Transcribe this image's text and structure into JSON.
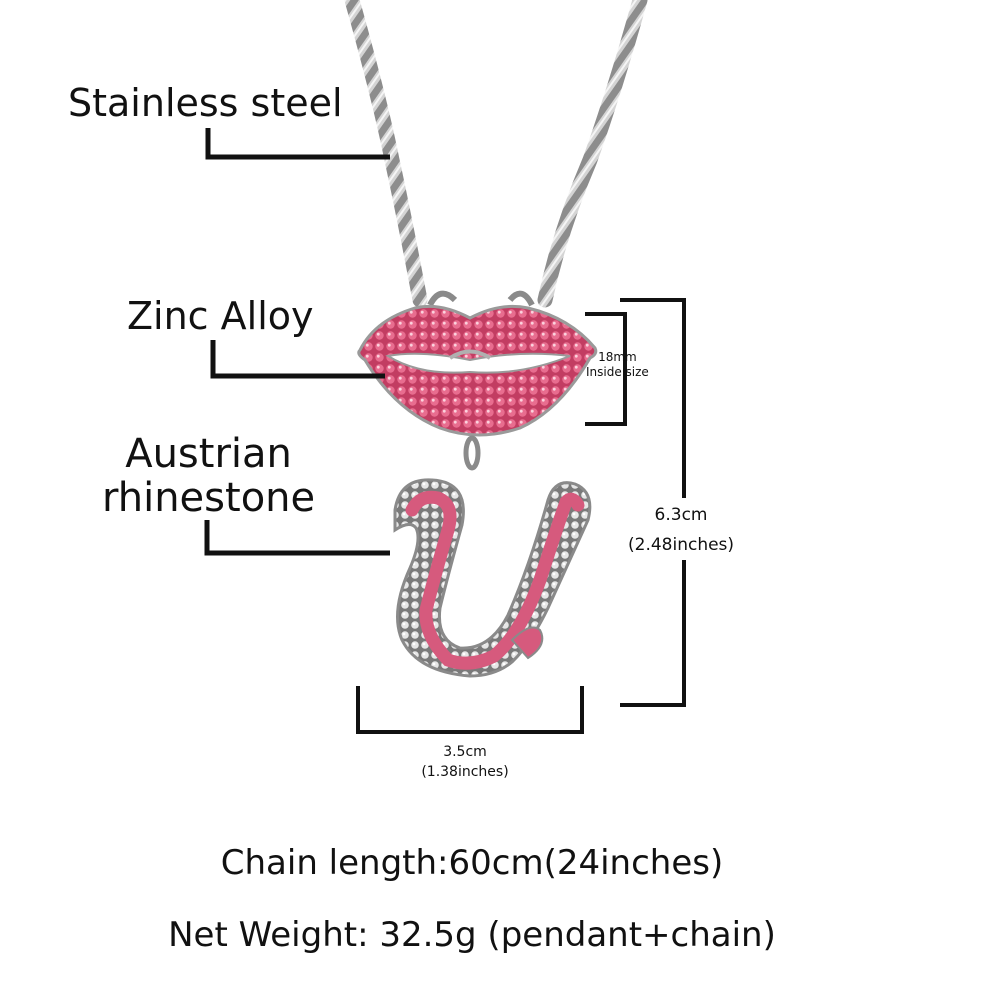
{
  "callouts": {
    "material_chain": "Stainless steel",
    "material_pendant": "Zinc Alloy",
    "material_stone_line1": "Austrian",
    "material_stone_line2": "rhinestone"
  },
  "dimensions": {
    "inside_size_value": "18mm",
    "inside_size_label": "Inside size",
    "height_cm": "6.3cm",
    "height_in": "(2.48inches)",
    "width_cm": "3.5cm",
    "width_in": "(1.38inches)"
  },
  "specs": {
    "chain_length": "Chain length:60cm(24inches)",
    "net_weight": "Net Weight: 32.5g (pendant+chain)"
  },
  "colors": {
    "background": "#ffffff",
    "text": "#111111",
    "pink_stone": "#d9587a",
    "dark_pink": "#b8345a",
    "silver": "#9a9a9a",
    "clear_stone": "#dcdcdc"
  }
}
